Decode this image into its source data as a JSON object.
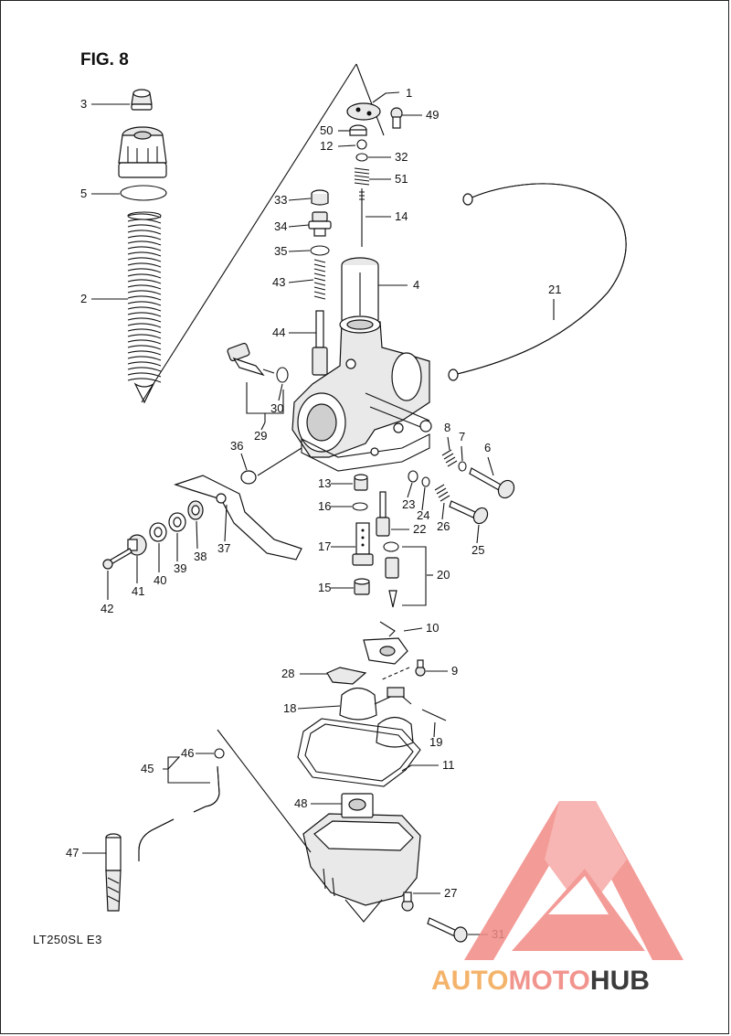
{
  "figure_title": "FIG. 8",
  "model_code": "LT250SL  E3",
  "watermark": {
    "part1": "AUTO",
    "part2": "MOTO",
    "part3": "HUB",
    "colors": {
      "auto": "#f4b36a",
      "moto": "#f2948e",
      "hub": "#3b3b3b",
      "logo": "#f28a86"
    }
  },
  "callouts": [
    {
      "key": "c1",
      "number": "1"
    },
    {
      "key": "c2",
      "number": "2"
    },
    {
      "key": "c3",
      "number": "3"
    },
    {
      "key": "c4",
      "number": "4"
    },
    {
      "key": "c5",
      "number": "5"
    },
    {
      "key": "c6",
      "number": "6"
    },
    {
      "key": "c7",
      "number": "7"
    },
    {
      "key": "c8",
      "number": "8"
    },
    {
      "key": "c9",
      "number": "9"
    },
    {
      "key": "c10",
      "number": "10"
    },
    {
      "key": "c11",
      "number": "11"
    },
    {
      "key": "c12",
      "number": "12"
    },
    {
      "key": "c13",
      "number": "13"
    },
    {
      "key": "c14",
      "number": "14"
    },
    {
      "key": "c15",
      "number": "15"
    },
    {
      "key": "c16",
      "number": "16"
    },
    {
      "key": "c17",
      "number": "17"
    },
    {
      "key": "c18",
      "number": "18"
    },
    {
      "key": "c19",
      "number": "19"
    },
    {
      "key": "c20",
      "number": "20"
    },
    {
      "key": "c21",
      "number": "21"
    },
    {
      "key": "c22",
      "number": "22"
    },
    {
      "key": "c23",
      "number": "23"
    },
    {
      "key": "c24",
      "number": "24"
    },
    {
      "key": "c25",
      "number": "25"
    },
    {
      "key": "c26",
      "number": "26"
    },
    {
      "key": "c27",
      "number": "27"
    },
    {
      "key": "c28",
      "number": "28"
    },
    {
      "key": "c29",
      "number": "29"
    },
    {
      "key": "c30",
      "number": "30"
    },
    {
      "key": "c31",
      "number": "31"
    },
    {
      "key": "c32",
      "number": "32"
    },
    {
      "key": "c33",
      "number": "33"
    },
    {
      "key": "c34",
      "number": "34"
    },
    {
      "key": "c35",
      "number": "35"
    },
    {
      "key": "c36",
      "number": "36"
    },
    {
      "key": "c37",
      "number": "37"
    },
    {
      "key": "c38",
      "number": "38"
    },
    {
      "key": "c39",
      "number": "39"
    },
    {
      "key": "c40",
      "number": "40"
    },
    {
      "key": "c41",
      "number": "41"
    },
    {
      "key": "c42",
      "number": "42"
    },
    {
      "key": "c43",
      "number": "43"
    },
    {
      "key": "c44",
      "number": "44"
    },
    {
      "key": "c45",
      "number": "45"
    },
    {
      "key": "c46",
      "number": "46"
    },
    {
      "key": "c47",
      "number": "47"
    },
    {
      "key": "c48",
      "number": "48"
    },
    {
      "key": "c49",
      "number": "49"
    },
    {
      "key": "c50",
      "number": "50"
    },
    {
      "key": "c51",
      "number": "51"
    }
  ]
}
